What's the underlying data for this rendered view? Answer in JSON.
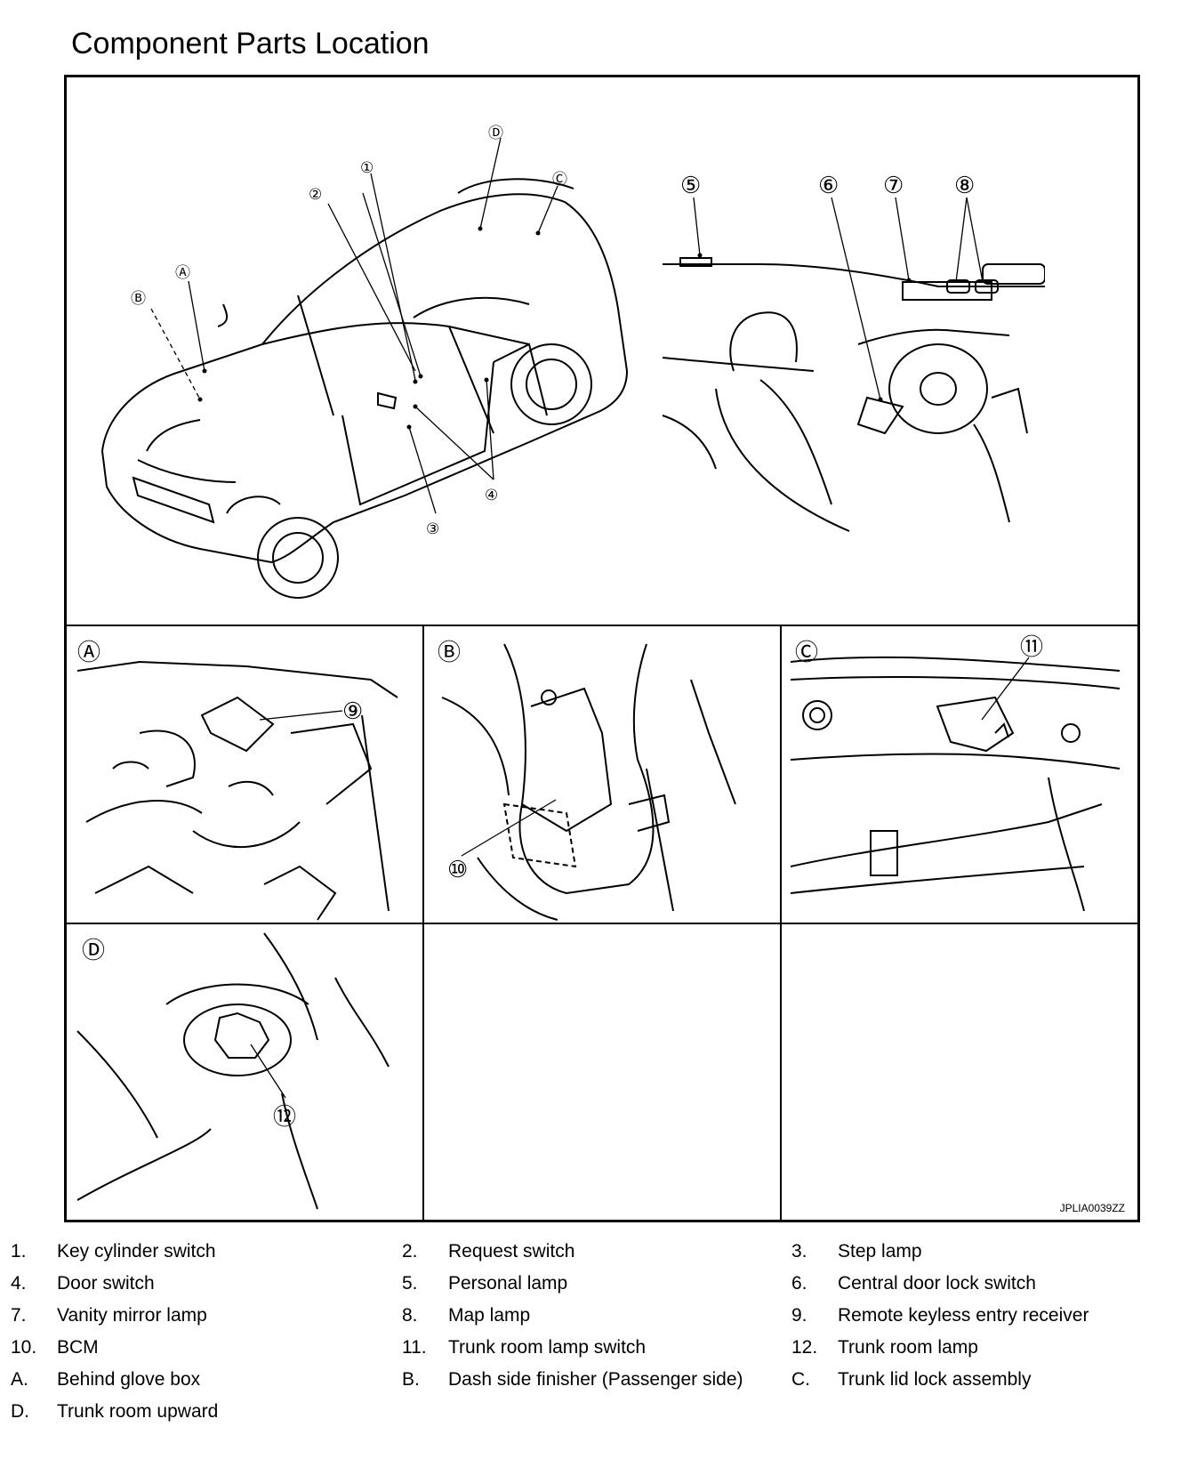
{
  "title": "Component Parts Location",
  "figure_code": "JPLIA0039ZZ",
  "callouts": {
    "main_car": [
      "①",
      "②",
      "③",
      "④",
      "Ⓐ",
      "Ⓑ",
      "Ⓒ",
      "Ⓓ"
    ],
    "interior": [
      "⑤",
      "⑥",
      "⑦",
      "⑧"
    ],
    "panel_a": {
      "label": "Ⓐ",
      "num": "⑨"
    },
    "panel_b": {
      "label": "Ⓑ",
      "num": "⑩"
    },
    "panel_c": {
      "label": "Ⓒ",
      "num": "⑪"
    },
    "panel_d": {
      "label": "Ⓓ",
      "num": "⑫"
    }
  },
  "legend": [
    {
      "num": "1.",
      "text": "Key cylinder switch"
    },
    {
      "num": "2.",
      "text": "Request switch"
    },
    {
      "num": "3.",
      "text": "Step lamp"
    },
    {
      "num": "4.",
      "text": "Door switch"
    },
    {
      "num": "5.",
      "text": "Personal lamp"
    },
    {
      "num": "6.",
      "text": "Central door lock switch"
    },
    {
      "num": "7.",
      "text": "Vanity mirror lamp"
    },
    {
      "num": "8.",
      "text": "Map lamp"
    },
    {
      "num": "9.",
      "text": "Remote keyless entry receiver"
    },
    {
      "num": "10.",
      "text": "BCM"
    },
    {
      "num": "11.",
      "text": "Trunk room lamp switch"
    },
    {
      "num": "12.",
      "text": "Trunk room lamp"
    },
    {
      "num": "A.",
      "text": "Behind glove box"
    },
    {
      "num": "B.",
      "text": "Dash side finisher (Passenger side)"
    },
    {
      "num": "C.",
      "text": "Trunk lid lock assembly"
    },
    {
      "num": "D.",
      "text": "Trunk room upward"
    }
  ]
}
